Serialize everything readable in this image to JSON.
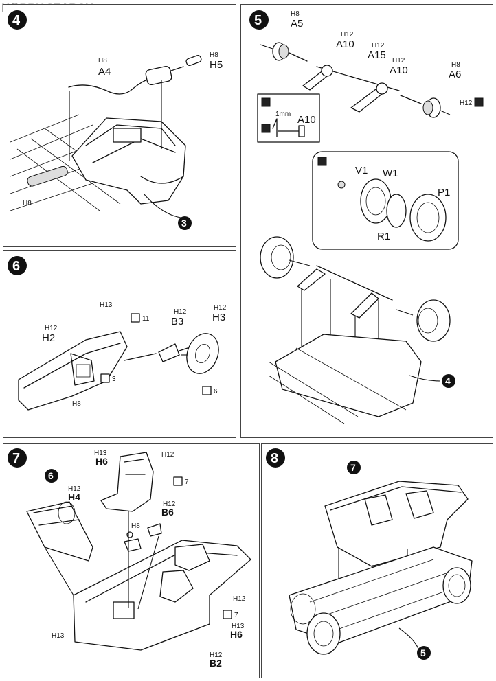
{
  "watermark": {
    "logo": "H☉BBY",
    "text": "SEARCH"
  },
  "steps": {
    "s4": {
      "number": "4",
      "ref": "3",
      "parts": [
        {
          "paint": "H8",
          "name": "A4"
        },
        {
          "paint": "H8",
          "name": "H5"
        },
        {
          "paint": "H8",
          "name": ""
        }
      ]
    },
    "s5": {
      "number": "5",
      "ref": "4",
      "parts": [
        {
          "paint": "H8",
          "name": "A5"
        },
        {
          "paint": "H12",
          "name": "A10"
        },
        {
          "paint": "H12",
          "name": "A15"
        },
        {
          "paint": "H12",
          "name": "A10"
        },
        {
          "paint": "H8",
          "name": "A6"
        },
        {
          "paint": "H12",
          "name": ""
        }
      ],
      "inset_mm": "1mm",
      "inset_part": "A10",
      "wheel_parts": [
        "V1",
        "W1",
        "P1",
        "R1"
      ]
    },
    "s6": {
      "number": "6",
      "parts": [
        {
          "paint": "H13",
          "name": ""
        },
        {
          "paint": "H12",
          "name": "H2"
        },
        {
          "paint": "H12",
          "name": "B3"
        },
        {
          "paint": "H12",
          "name": "H3"
        },
        {
          "paint": "H8",
          "name": ""
        }
      ],
      "stars": [
        "11",
        "3",
        "6"
      ]
    },
    "s7": {
      "number": "7",
      "ref": "6",
      "parts": [
        {
          "paint": "H13",
          "name": "H6"
        },
        {
          "paint": "H12",
          "name": ""
        },
        {
          "paint": "H12",
          "name": "H4"
        },
        {
          "paint": "H12",
          "name": "B6"
        },
        {
          "paint": "H8",
          "name": ""
        },
        {
          "paint": "H12",
          "name": ""
        },
        {
          "paint": "H13",
          "name": "H6"
        },
        {
          "paint": "H13",
          "name": ""
        },
        {
          "paint": "H12",
          "name": "B2"
        }
      ],
      "stars": [
        "7",
        "7"
      ]
    },
    "s8": {
      "number": "8",
      "ref_top": "7",
      "ref_bottom": "5"
    }
  }
}
